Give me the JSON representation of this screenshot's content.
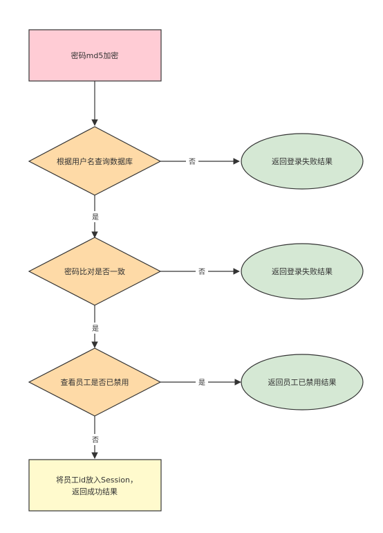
{
  "colors": {
    "start_fill": "#ffccd5",
    "decision_fill": "#fedaa7",
    "result_fill": "#d5e8d4",
    "end_fill": "#fffacd",
    "stroke": "#333333"
  },
  "nodes": {
    "start": {
      "label": "密码md5加密"
    },
    "decision_query_db": {
      "label": "根据用户名查询数据库"
    },
    "decision_password_match": {
      "label": "密码比对是否一致"
    },
    "decision_disabled": {
      "label": "查看员工是否已禁用"
    },
    "result_login_fail_1": {
      "label": "返回登录失败结果"
    },
    "result_login_fail_2": {
      "label": "返回登录失败结果"
    },
    "result_disabled": {
      "label": "返回员工已禁用结果"
    },
    "end": {
      "line1": "将员工id放入Session，",
      "line2": "返回成功结果"
    }
  },
  "edges": {
    "query_no": "否",
    "query_yes": "是",
    "password_no": "否",
    "password_yes": "是",
    "disabled_yes": "是",
    "disabled_no": "否"
  }
}
